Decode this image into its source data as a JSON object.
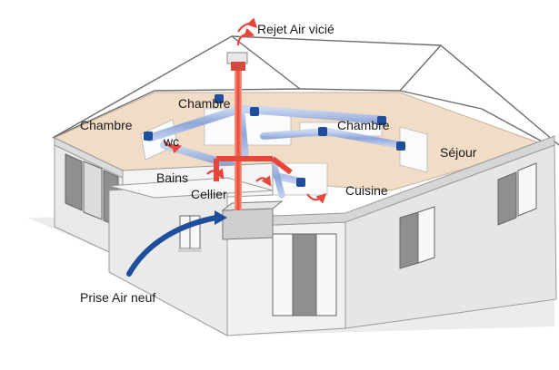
{
  "labels": {
    "rejet": "Rejet Air vicié",
    "chambre_left": "Chambre",
    "chambre_center": "Chambre",
    "chambre_right": "Chambre",
    "wc": "wc",
    "sejour": "Séjour",
    "bains": "Bains",
    "cellier": "Cellier",
    "cuisine": "Cuisine",
    "prise": "Prise Air neuf"
  },
  "colors": {
    "exhaust": "#e8463a",
    "duct": "#8ea6d8",
    "fresh_air": "#1f4e9c",
    "floor": "#f1dcc6",
    "wall": "#f0f0f0",
    "roof_line": "#6d6d6d"
  }
}
